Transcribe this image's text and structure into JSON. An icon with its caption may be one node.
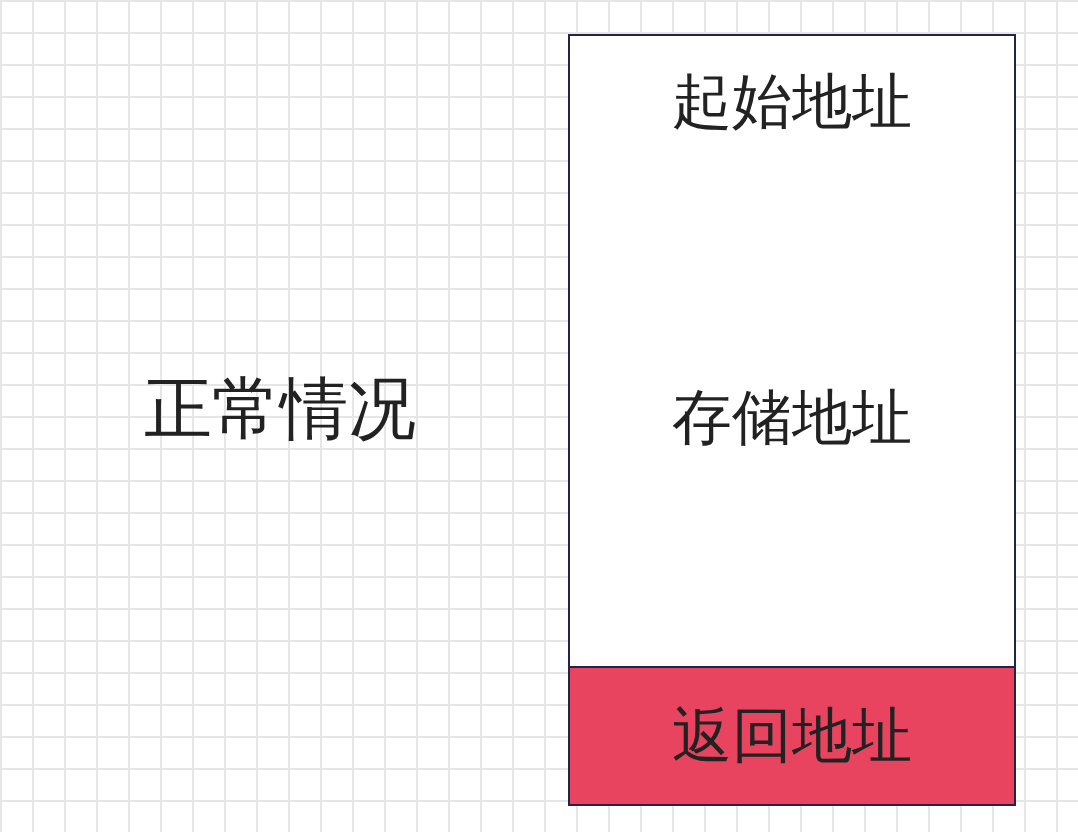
{
  "diagram": {
    "nodes": [
      {
        "text": [
          "起始地址"
        ]
      },
      {
        "text": [
          "存储地址"
        ]
      },
      {
        "text": [
          "返回地址"
        ]
      }
    ],
    "labels": [
      "正常情况"
    ]
  }
}
